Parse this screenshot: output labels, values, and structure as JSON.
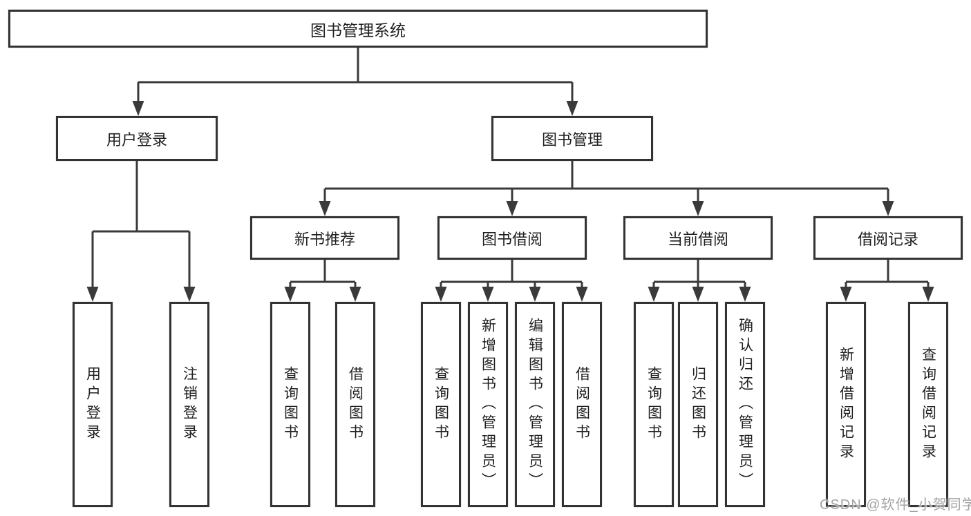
{
  "colors": {
    "line": "#3a3a3a",
    "box-border": "#333333",
    "text": "#1f1f1f",
    "watermark": "#a3a3a3",
    "background": "#ffffff"
  },
  "root": {
    "label": "图书管理系统"
  },
  "branches": {
    "user_login": {
      "label": "用户登录",
      "leaves": [
        {
          "label": "用户登录"
        },
        {
          "label": "注销登录"
        }
      ]
    },
    "book_mgmt": {
      "label": "图书管理",
      "children": [
        {
          "label": "新书推荐",
          "leaves": [
            {
              "label": "查询图书"
            },
            {
              "label": "借阅图书"
            }
          ]
        },
        {
          "label": "图书借阅",
          "leaves": [
            {
              "label": "查询图书"
            },
            {
              "label": "新增图书（管理员）"
            },
            {
              "label": "编辑图书（管理员）"
            },
            {
              "label": "借阅图书"
            }
          ]
        },
        {
          "label": "当前借阅",
          "leaves": [
            {
              "label": "查询图书"
            },
            {
              "label": "归还图书"
            },
            {
              "label": "确认归还（管理员）"
            }
          ]
        },
        {
          "label": "借阅记录",
          "leaves": [
            {
              "label": "新增借阅记录"
            },
            {
              "label": "查询借阅记录"
            }
          ]
        }
      ]
    }
  },
  "watermark": {
    "text": "CSDN @软件_小贺同学"
  }
}
